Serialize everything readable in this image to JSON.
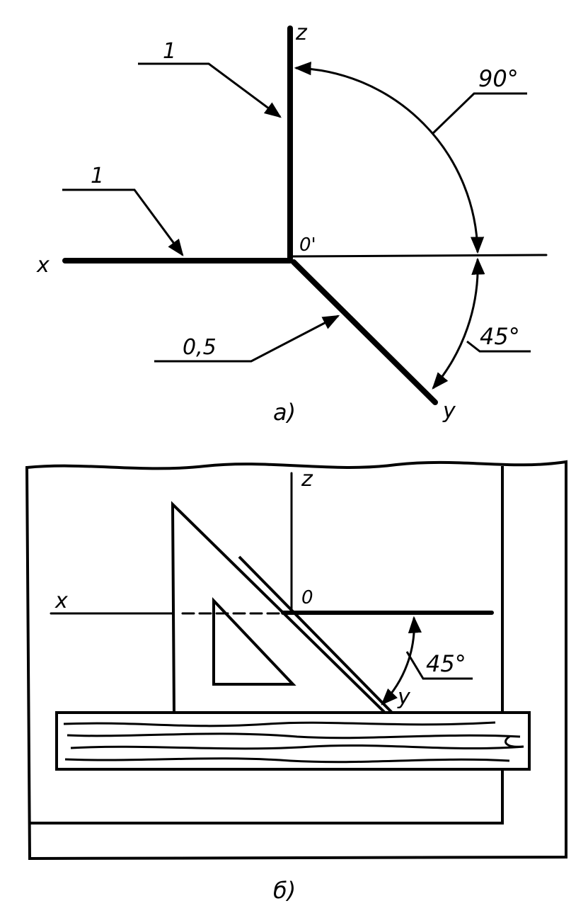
{
  "diagram_a": {
    "caption": "а)",
    "axis_x_label": "x",
    "axis_z_label": "z",
    "axis_y_label": "y",
    "origin_label": "0'",
    "coef_z": "1",
    "coef_x": "1",
    "coef_y": "0,5",
    "angle_90": "90°",
    "angle_45": "45°"
  },
  "diagram_b": {
    "caption": "б)",
    "axis_x_label": "x",
    "axis_z_label": "z",
    "axis_y_label": "y",
    "origin_label": "0",
    "angle_45": "45°"
  }
}
